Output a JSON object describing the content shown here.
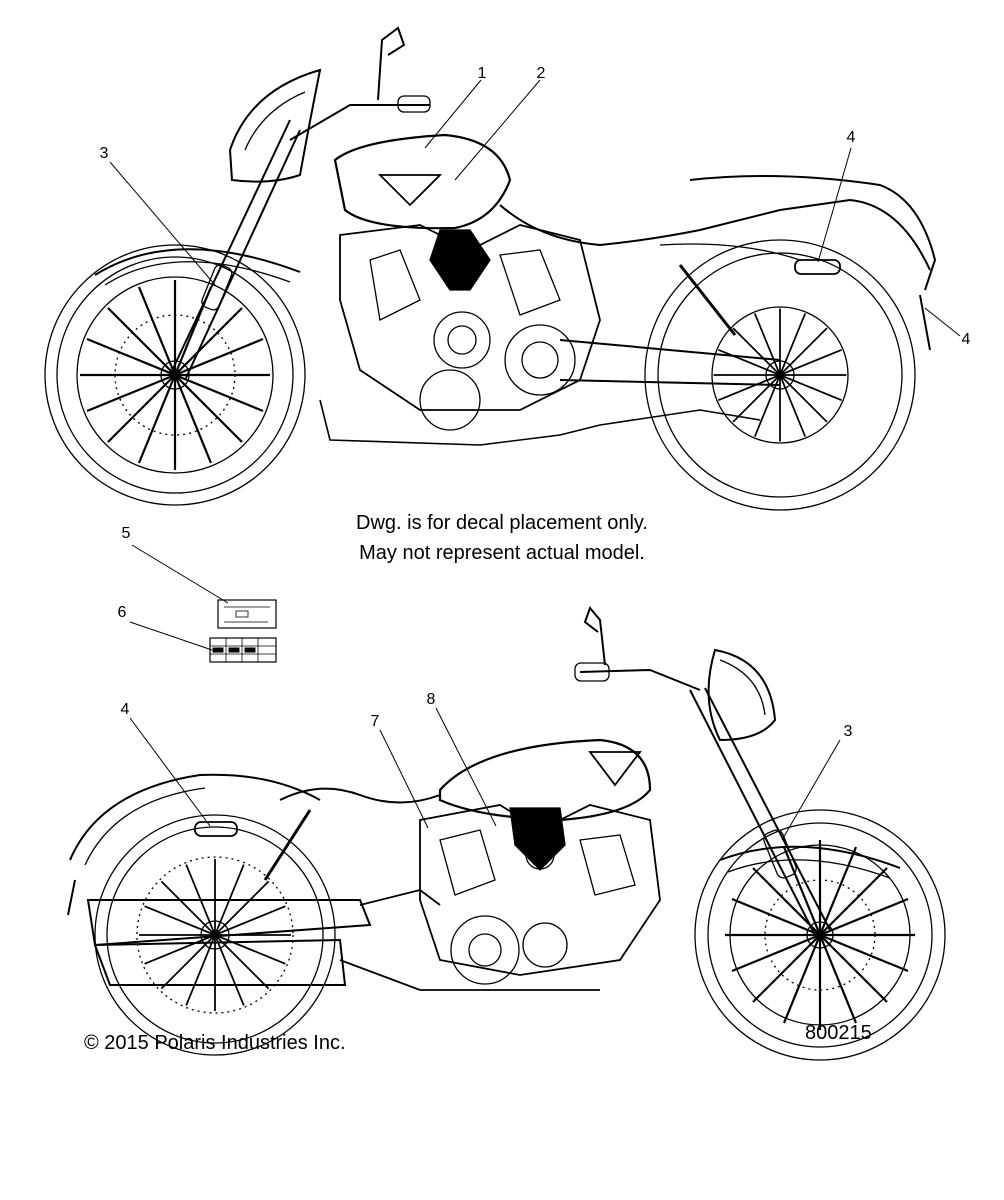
{
  "callouts": {
    "top": {
      "c1": "1",
      "c2": "2",
      "c3": "3",
      "c4a": "4",
      "c4b": "4"
    },
    "decals": {
      "c5": "5",
      "c6": "6"
    },
    "bottom": {
      "c4": "4",
      "c7": "7",
      "c8": "8",
      "c3": "3"
    }
  },
  "note": {
    "line1": "Dwg. is for decal placement only.",
    "line2": "May not represent actual model."
  },
  "footer": {
    "copyright": "© 2015 Polaris Industries Inc.",
    "drawing_number": "800215"
  }
}
